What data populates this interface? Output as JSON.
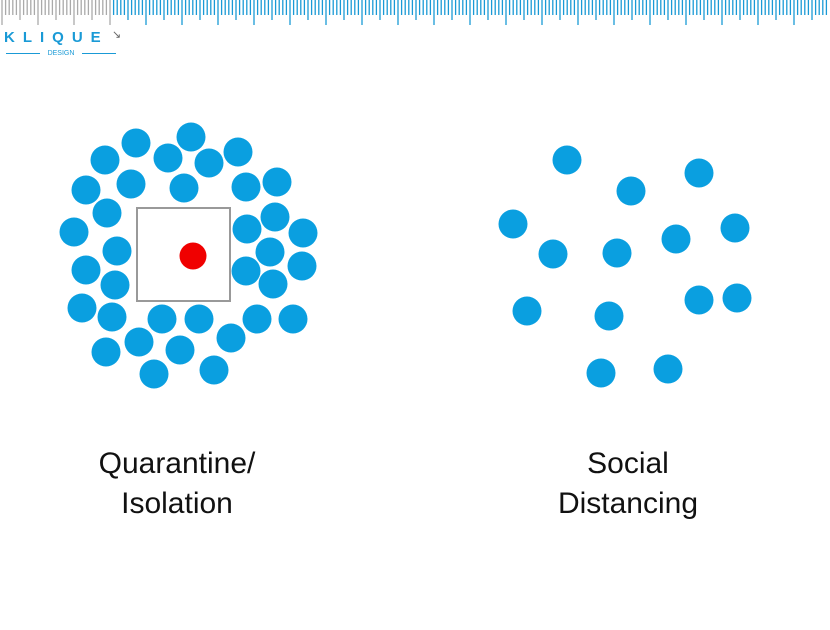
{
  "logo": {
    "name": "KLIQUE",
    "sub": "DESIGN"
  },
  "colors": {
    "dot": "#0a9fe0",
    "infected": "#f00000",
    "ruler_gray": "#aaaaaa",
    "ruler_blue": "#1a9ad6"
  },
  "panels": [
    {
      "label_line1": "Quarantine/",
      "label_line2": "Isolation"
    },
    {
      "label_line1": "Social",
      "label_line2": "Distancing"
    }
  ]
}
